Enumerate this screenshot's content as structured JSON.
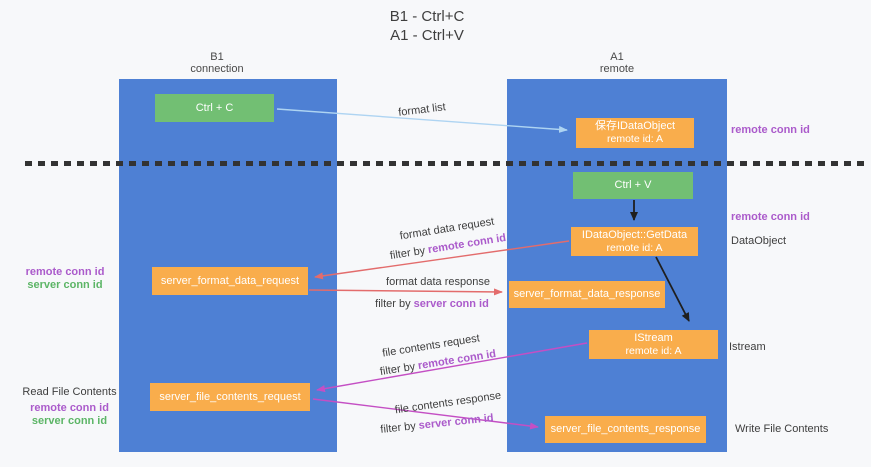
{
  "title": {
    "line1": "B1 - Ctrl+C",
    "line2": "A1 - Ctrl+V"
  },
  "lanes": {
    "left": {
      "title": "B1",
      "subtitle": "connection"
    },
    "right": {
      "title": "A1",
      "subtitle": "remote"
    }
  },
  "boxes": {
    "ctrl_c": {
      "label": "Ctrl + C"
    },
    "ctrl_v": {
      "label": "Ctrl + V"
    },
    "save_idataobject": {
      "label": "保存IDataObject",
      "sublabel": "remote id: A"
    },
    "idataobject_getdata": {
      "label": "IDataObject::GetData",
      "sublabel": "remote id: A"
    },
    "istream": {
      "label": "IStream",
      "sublabel": "remote id: A"
    },
    "server_format_data_request": {
      "label": "server_format_data_request"
    },
    "server_format_data_response": {
      "label": "server_format_data_response"
    },
    "server_file_contents_request": {
      "label": "server_file_contents_request"
    },
    "server_file_contents_response": {
      "label": "server_file_contents_response"
    }
  },
  "flow": {
    "format_list": "format list",
    "format_data_request": "format data request",
    "format_data_response": "format data response",
    "file_contents_request": "file contents request",
    "file_contents_response": "file contents response",
    "filter_by": "filter by",
    "remote_conn_id": "remote conn id",
    "server_conn_id": "server conn id"
  },
  "side": {
    "remote_conn_id_top": "remote conn id",
    "remote_conn_id_mid": "remote conn id",
    "dataobject": "DataObject",
    "istream": "Istream",
    "write_file_contents": "Write File Contents",
    "read_file_contents": "Read File Contents",
    "left_remote_conn_id_1": "remote conn id",
    "left_server_conn_id_1": "server conn id",
    "left_remote_conn_id_2": "remote conn id",
    "left_server_conn_id_2": "server conn id"
  },
  "colors": {
    "lane_blue": "#4e80d4",
    "box_green": "#72bf73",
    "box_orange": "#f9ad4c",
    "arrow_light_blue": "#aed4f2",
    "arrow_red": "#e36c6c",
    "arrow_magenta": "#c44fc4",
    "arrow_black": "#1f1f1f",
    "text_purple": "#ab5bcb",
    "text_green": "#5cb566"
  }
}
